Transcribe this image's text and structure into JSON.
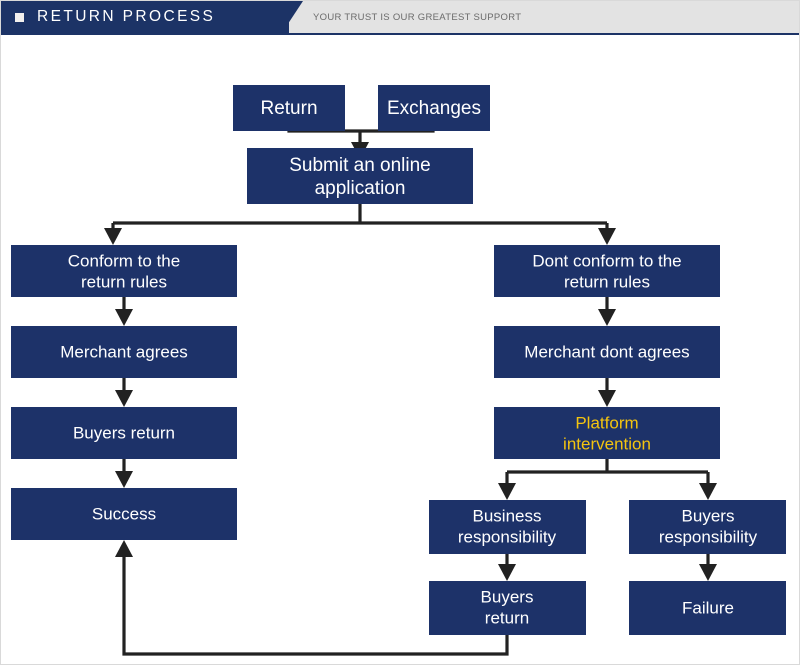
{
  "header": {
    "title": "RETURN PROCESS",
    "tagline": "YOUR TRUST IS OUR GREATEST SUPPORT",
    "bullet_icon": "square-bullet-icon",
    "navy": "#1c3366",
    "band": "#e3e3e3"
  },
  "theme": {
    "node_fill": "#1d3269",
    "node_text": "#ffffff",
    "accent_text": "#f4c40f",
    "connector": "#222222",
    "page_background": "#ffffff"
  },
  "chart_data": {
    "type": "diagram",
    "title": "RETURN PROCESS",
    "nodes": [
      {
        "id": "return",
        "label": "Return",
        "line1": "Return",
        "line2": "",
        "accent": false
      },
      {
        "id": "exchanges",
        "label": "Exchanges",
        "line1": "Exchanges",
        "line2": "",
        "accent": false
      },
      {
        "id": "submit",
        "label": "Submit an online application",
        "line1": "Submit an online",
        "line2": "application",
        "accent": false
      },
      {
        "id": "conform",
        "label": "Conform to the return rules",
        "line1": "Conform to the",
        "line2": "return rules",
        "accent": false
      },
      {
        "id": "merchant-agrees",
        "label": "Merchant agrees",
        "line1": "Merchant agrees",
        "line2": "",
        "accent": false
      },
      {
        "id": "buyers-return-left",
        "label": "Buyers return",
        "line1": "Buyers return",
        "line2": "",
        "accent": false
      },
      {
        "id": "success",
        "label": "Success",
        "line1": "Success",
        "line2": "",
        "accent": false
      },
      {
        "id": "dont-conform",
        "label": "Dont conform to the return rules",
        "line1": "Dont conform to the",
        "line2": "return rules",
        "accent": false
      },
      {
        "id": "merchant-dont",
        "label": "Merchant dont agrees",
        "line1": "Merchant dont agrees",
        "line2": "",
        "accent": false
      },
      {
        "id": "platform",
        "label": "Platform intervention",
        "line1": "Platform",
        "line2": "intervention",
        "accent": true
      },
      {
        "id": "business-resp",
        "label": "Business responsibility",
        "line1": "Business",
        "line2": "responsibility",
        "accent": false
      },
      {
        "id": "buyers-resp",
        "label": "Buyers responsibility",
        "line1": "Buyers",
        "line2": "responsibility",
        "accent": false
      },
      {
        "id": "buyers-return-right",
        "label": "Buyers return",
        "line1": "Buyers",
        "line2": "return",
        "accent": false
      },
      {
        "id": "failure",
        "label": "Failure",
        "line1": "Failure",
        "line2": "",
        "accent": false
      }
    ],
    "edges": [
      {
        "from": "return",
        "to": "submit"
      },
      {
        "from": "exchanges",
        "to": "submit"
      },
      {
        "from": "submit",
        "to": "conform"
      },
      {
        "from": "submit",
        "to": "dont-conform"
      },
      {
        "from": "conform",
        "to": "merchant-agrees"
      },
      {
        "from": "merchant-agrees",
        "to": "buyers-return-left"
      },
      {
        "from": "buyers-return-left",
        "to": "success"
      },
      {
        "from": "dont-conform",
        "to": "merchant-dont"
      },
      {
        "from": "merchant-dont",
        "to": "platform"
      },
      {
        "from": "platform",
        "to": "business-resp"
      },
      {
        "from": "platform",
        "to": "buyers-resp"
      },
      {
        "from": "business-resp",
        "to": "buyers-return-right"
      },
      {
        "from": "buyers-resp",
        "to": "failure"
      },
      {
        "from": "buyers-return-right",
        "to": "success"
      }
    ]
  }
}
